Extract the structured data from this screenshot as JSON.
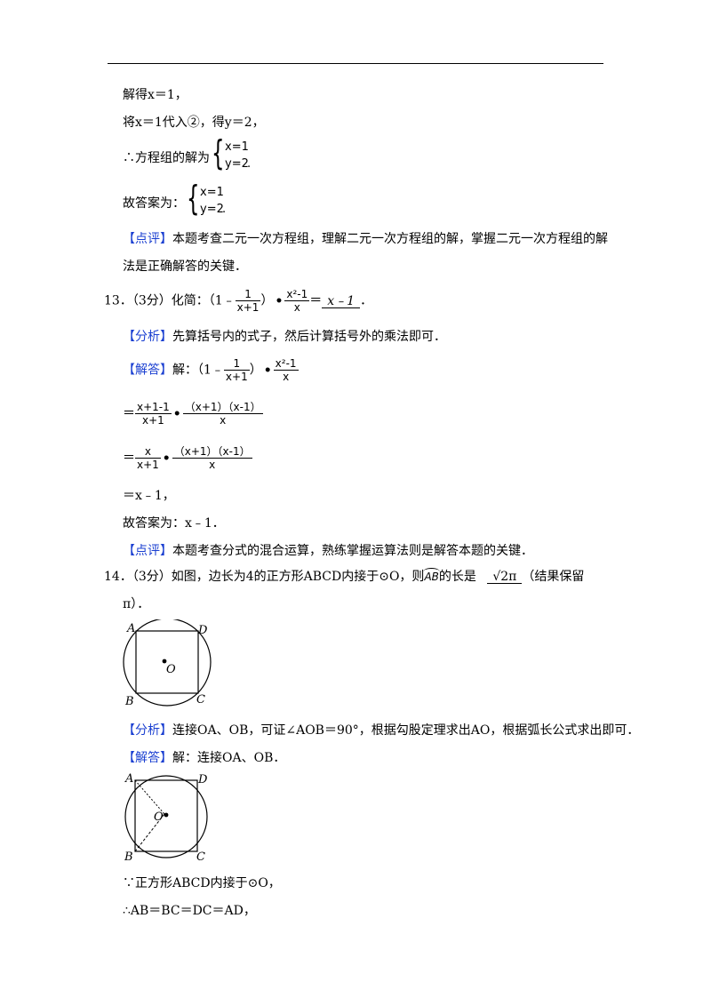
{
  "lines": {
    "l1": "解得x＝1，",
    "l2": "将x＝1代入②，得y＝2，",
    "l3_prefix": "∴方程组的解为",
    "l4_prefix": "故答案为：",
    "sys_x": "x=1",
    "sys_y": "y=2",
    "sys_end": ".",
    "comment_tag": "【点评】",
    "comment1_a": "本题考查二元一次方程组，理解二元一次方程组的解，掌握二元一次方程组的解",
    "comment1_b": "法是正确解答的关键．",
    "q13_prefix": "13．（3分）化简：（1﹣",
    "q13_frac1_num": "1",
    "q13_frac1_den": "x+1",
    "q13_close": "）",
    "q13_frac2_num": "x²-1",
    "q13_frac2_den": "x",
    "q13_eq": "＝",
    "q13_answer": "x﹣1",
    "q13_end": "．",
    "analysis_tag": "【分析】",
    "analysis13": "先算括号内的式子，然后计算括号外的乘法即可．",
    "solution_tag": "【解答】",
    "sol13_prefix": "解：（1﹣",
    "step1_num": "x+1-1",
    "step1_den": "x+1",
    "step1_r_num": "（x+1）（x-1）",
    "step1_r_den": "x",
    "step2_num": "x",
    "step2_den": "x+1",
    "eq_sign": "＝",
    "step3": "＝x﹣1，",
    "answer13": "故答案为：x﹣1．",
    "comment2": "本题考查分式的混合运算，熟练掌握运算法则是解答本题的关键．",
    "q14_a": "14．（3分）如图，边长为4的正方形ABCD内接于⊙O，则",
    "q14_arc": "AB",
    "q14_b": "的长是",
    "q14_answer": "√2π",
    "q14_c": "（结果保留",
    "q14_d": "π）．",
    "analysis14": "连接OA、OB，可证∠AOB＝90°，根据勾股定理求出AO，根据弧长公式求出即可．",
    "sol14": "解：连接OA、OB．",
    "because": "∵正方形ABCD内接于⊙O，",
    "therefore": "∴AB＝BC＝DC＝AD，"
  },
  "figure_labels": {
    "A": "A",
    "B": "B",
    "C": "C",
    "D": "D",
    "O": "O"
  }
}
